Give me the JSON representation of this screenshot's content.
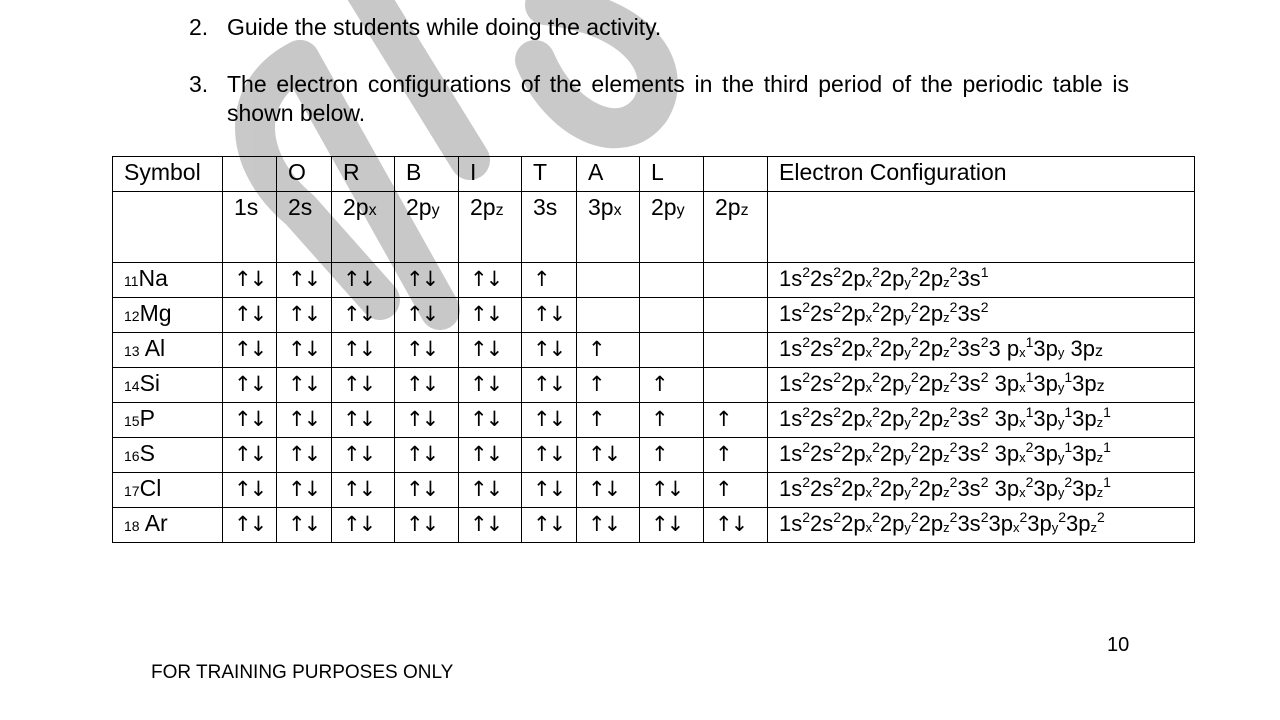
{
  "items": [
    {
      "num": "2.",
      "text": "Guide the students while doing the activity."
    },
    {
      "num": "3.",
      "text": "The electron configurations of the elements in the third period of the periodic table is shown below."
    }
  ],
  "table": {
    "header": {
      "symbol": "Symbol",
      "letters": [
        "",
        "O",
        "R",
        "B",
        "I",
        "T",
        "A",
        "L",
        ""
      ],
      "config": "Electron Configuration"
    },
    "orbitals": [
      {
        "base": "1s",
        "sub": ""
      },
      {
        "base": "2s",
        "sub": ""
      },
      {
        "base": "2p",
        "sub": "x"
      },
      {
        "base": "2p",
        "sub": "y"
      },
      {
        "base": "2p",
        "sub": "z"
      },
      {
        "base": "3s",
        "sub": ""
      },
      {
        "base": "3p",
        "sub": "x"
      },
      {
        "base": "2p",
        "sub": "y"
      },
      {
        "base": "2p",
        "sub": "z"
      }
    ],
    "rows": [
      {
        "num": "11",
        "sym": "Na",
        "arrows": [
          "↑↓",
          "↑↓",
          "↑↓",
          "↑↓",
          "↑↓",
          "↑",
          "",
          "",
          ""
        ],
        "config": [
          [
            "1s",
            ""
          ],
          [
            "2",
            "sup"
          ],
          [
            "2s",
            ""
          ],
          [
            "2",
            "sup"
          ],
          [
            "2p",
            ""
          ],
          [
            "x",
            "sub"
          ],
          [
            "2",
            "sup"
          ],
          [
            "2p",
            ""
          ],
          [
            "y",
            "sub"
          ],
          [
            "2",
            "sup"
          ],
          [
            "2p",
            ""
          ],
          [
            "z",
            "sub"
          ],
          [
            "2",
            "sup"
          ],
          [
            "3s",
            ""
          ],
          [
            "1",
            "sup"
          ]
        ]
      },
      {
        "num": "12",
        "sym": "Mg",
        "arrows": [
          "↑↓",
          "↑↓",
          "↑↓",
          "↑↓",
          "↑↓",
          "↑↓",
          "",
          "",
          ""
        ],
        "config": [
          [
            "1s",
            ""
          ],
          [
            "2",
            "sup"
          ],
          [
            "2s",
            ""
          ],
          [
            "2",
            "sup"
          ],
          [
            "2p",
            ""
          ],
          [
            "x",
            "sub"
          ],
          [
            "2",
            "sup"
          ],
          [
            "2p",
            ""
          ],
          [
            "y",
            "sub"
          ],
          [
            "2",
            "sup"
          ],
          [
            "2p",
            ""
          ],
          [
            "z",
            "sub"
          ],
          [
            "2",
            "sup"
          ],
          [
            "3s",
            ""
          ],
          [
            "2",
            "sup"
          ]
        ]
      },
      {
        "num": "13",
        "sym": " Al",
        "arrows": [
          "↑↓",
          "↑↓",
          "↑↓",
          "↑↓",
          "↑↓",
          "↑↓",
          "↑",
          "",
          ""
        ],
        "config": [
          [
            "1s",
            ""
          ],
          [
            "2",
            "sup"
          ],
          [
            "2s",
            ""
          ],
          [
            "2",
            "sup"
          ],
          [
            "2p",
            ""
          ],
          [
            "x",
            "sub"
          ],
          [
            "2",
            "sup"
          ],
          [
            "2p",
            ""
          ],
          [
            "y",
            "sub"
          ],
          [
            "2",
            "sup"
          ],
          [
            "2p",
            ""
          ],
          [
            "z",
            "sub"
          ],
          [
            "2",
            "sup"
          ],
          [
            "3s",
            ""
          ],
          [
            "2",
            "sup"
          ],
          [
            "3 p",
            ""
          ],
          [
            "x",
            "sub"
          ],
          [
            "1",
            "sup"
          ],
          [
            "3p",
            ""
          ],
          [
            "y",
            "sub"
          ],
          [
            " 3p",
            ""
          ],
          [
            "z",
            "sl"
          ]
        ]
      },
      {
        "num": "14",
        "sym": "Si",
        "arrows": [
          "↑↓",
          "↑↓",
          "↑↓",
          "↑↓",
          "↑↓",
          "↑↓",
          "↑",
          "↑",
          ""
        ],
        "config": [
          [
            "1s",
            ""
          ],
          [
            "2",
            "sup"
          ],
          [
            "2s",
            ""
          ],
          [
            "2",
            "sup"
          ],
          [
            "2p",
            ""
          ],
          [
            "x",
            "sub"
          ],
          [
            "2",
            "sup"
          ],
          [
            "2p",
            ""
          ],
          [
            "y",
            "sub"
          ],
          [
            "2",
            "sup"
          ],
          [
            "2p",
            ""
          ],
          [
            "z",
            "sub"
          ],
          [
            "2",
            "sup"
          ],
          [
            "3s",
            ""
          ],
          [
            "2",
            "sup"
          ],
          [
            " 3p",
            ""
          ],
          [
            "x",
            "sub"
          ],
          [
            "1",
            "sup"
          ],
          [
            "3p",
            ""
          ],
          [
            "y",
            "sub"
          ],
          [
            "1",
            "sup"
          ],
          [
            "3p",
            ""
          ],
          [
            "z",
            "sl"
          ]
        ]
      },
      {
        "num": "15",
        "sym": "P",
        "arrows": [
          "↑↓",
          "↑↓",
          "↑↓",
          "↑↓",
          "↑↓",
          "↑↓",
          "↑",
          "↑",
          "↑"
        ],
        "config": [
          [
            "1s",
            ""
          ],
          [
            "2",
            "sup"
          ],
          [
            "2s",
            ""
          ],
          [
            "2",
            "sup"
          ],
          [
            "2p",
            ""
          ],
          [
            "x",
            "sub"
          ],
          [
            "2",
            "sup"
          ],
          [
            "2p",
            ""
          ],
          [
            "y",
            "sub"
          ],
          [
            "2",
            "sup"
          ],
          [
            "2p",
            ""
          ],
          [
            "z",
            "sub"
          ],
          [
            "2",
            "sup"
          ],
          [
            "3s",
            ""
          ],
          [
            "2",
            "sup"
          ],
          [
            " 3p",
            ""
          ],
          [
            "x",
            "sub"
          ],
          [
            "1",
            "sup"
          ],
          [
            "3p",
            ""
          ],
          [
            "y",
            "sub"
          ],
          [
            "1",
            "sup"
          ],
          [
            "3p",
            ""
          ],
          [
            "z",
            "sub"
          ],
          [
            "1",
            "sup"
          ]
        ]
      },
      {
        "num": "16",
        "sym": "S",
        "arrows": [
          "↑↓",
          "↑↓",
          "↑↓",
          "↑↓",
          "↑↓",
          "↑↓",
          "↑↓",
          "↑",
          "↑"
        ],
        "config": [
          [
            "1s",
            ""
          ],
          [
            "2",
            "sup"
          ],
          [
            "2s",
            ""
          ],
          [
            "2",
            "sup"
          ],
          [
            "2p",
            ""
          ],
          [
            "x",
            "sub"
          ],
          [
            "2",
            "sup"
          ],
          [
            "2p",
            ""
          ],
          [
            "y",
            "sub"
          ],
          [
            "2",
            "sup"
          ],
          [
            "2p",
            ""
          ],
          [
            "z",
            "sub"
          ],
          [
            "2",
            "sup"
          ],
          [
            "3s",
            ""
          ],
          [
            "2",
            "sup"
          ],
          [
            " 3p",
            ""
          ],
          [
            "x",
            "sub"
          ],
          [
            "2",
            "sup"
          ],
          [
            "3p",
            ""
          ],
          [
            "y",
            "sub"
          ],
          [
            "1",
            "sup"
          ],
          [
            "3p",
            ""
          ],
          [
            "z",
            "sub"
          ],
          [
            "1",
            "sup"
          ]
        ]
      },
      {
        "num": "17",
        "sym": "Cl",
        "arrows": [
          "↑↓",
          "↑↓",
          "↑↓",
          "↑↓",
          "↑↓",
          "↑↓",
          "↑↓",
          "↑↓",
          "↑"
        ],
        "config": [
          [
            "1s",
            ""
          ],
          [
            "2",
            "sup"
          ],
          [
            "2s",
            ""
          ],
          [
            "2",
            "sup"
          ],
          [
            "2p",
            ""
          ],
          [
            "x",
            "sub"
          ],
          [
            "2",
            "sup"
          ],
          [
            "2p",
            ""
          ],
          [
            "y",
            "sub"
          ],
          [
            "2",
            "sup"
          ],
          [
            "2p",
            ""
          ],
          [
            "z",
            "sub"
          ],
          [
            "2",
            "sup"
          ],
          [
            "3s",
            ""
          ],
          [
            "2",
            "sup"
          ],
          [
            " 3p",
            ""
          ],
          [
            "x",
            "sub"
          ],
          [
            "2",
            "sup"
          ],
          [
            "3p",
            ""
          ],
          [
            "y",
            "sub"
          ],
          [
            "2",
            "sup"
          ],
          [
            "3p",
            ""
          ],
          [
            "z",
            "sub"
          ],
          [
            "1",
            "sup"
          ]
        ]
      },
      {
        "num": "18",
        "sym": " Ar",
        "arrows": [
          "↑↓",
          "↑↓",
          "↑↓",
          "↑↓",
          "↑↓",
          "↑↓",
          "↑↓",
          "↑↓",
          "↑↓"
        ],
        "config": [
          [
            "1s",
            ""
          ],
          [
            "2",
            "sup"
          ],
          [
            "2s",
            ""
          ],
          [
            "2",
            "sup"
          ],
          [
            "2p",
            ""
          ],
          [
            "x",
            "sub"
          ],
          [
            "2",
            "sup"
          ],
          [
            "2p",
            ""
          ],
          [
            "y",
            "sub"
          ],
          [
            "2",
            "sup"
          ],
          [
            "2p",
            ""
          ],
          [
            "z",
            "sub"
          ],
          [
            "2",
            "sup"
          ],
          [
            "3s",
            ""
          ],
          [
            "2",
            "sup"
          ],
          [
            "3p",
            ""
          ],
          [
            "x",
            "sub"
          ],
          [
            "2",
            "sup"
          ],
          [
            "3p",
            ""
          ],
          [
            "y",
            "sub"
          ],
          [
            "2",
            "sup"
          ],
          [
            "3p",
            ""
          ],
          [
            "z",
            "sub"
          ],
          [
            "2",
            "sup"
          ]
        ]
      }
    ]
  },
  "page_number": "10",
  "footer": "FOR TRAINING PURPOSES ONLY",
  "watermark": {
    "color": "#c4c4c4"
  }
}
